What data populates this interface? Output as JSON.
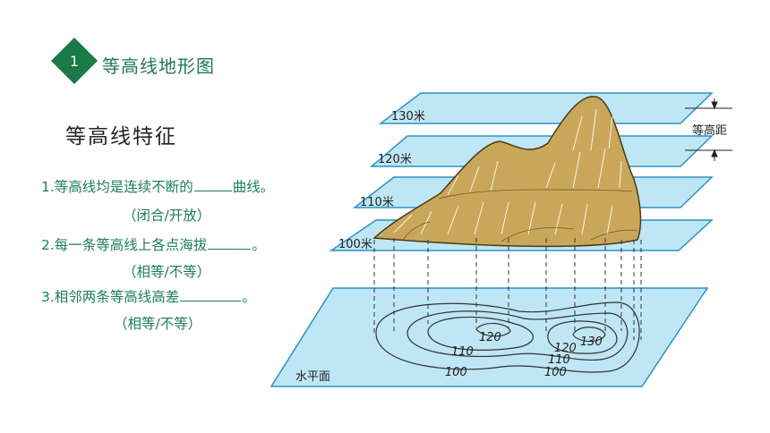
{
  "section": {
    "number": "1",
    "title": "等高线地形图"
  },
  "heading": "等高线特征",
  "questions": [
    {
      "prefix": "1.等高线均是连续不断的",
      "suffix": "曲线。",
      "options": "（闭合/开放）"
    },
    {
      "prefix": "2.每一条等高线上各点海拔",
      "suffix": "。",
      "options": "（相等/不等）"
    },
    {
      "prefix": "3.相邻两条等高线高差",
      "suffix": "。",
      "options": "（相等/不等）"
    }
  ],
  "diagram": {
    "plane_labels": [
      "130米",
      "120米",
      "110米",
      "100米"
    ],
    "interval_label": "等高距",
    "base_label": "水平面",
    "contour_labels": [
      "120",
      "130",
      "110",
      "100",
      "120",
      "110",
      "100"
    ]
  },
  "colors": {
    "accent": "#1f7a4f",
    "plane_fill": "#bfe6f4",
    "plane_stroke": "#2a93c4",
    "mountain": "#b7944a"
  }
}
